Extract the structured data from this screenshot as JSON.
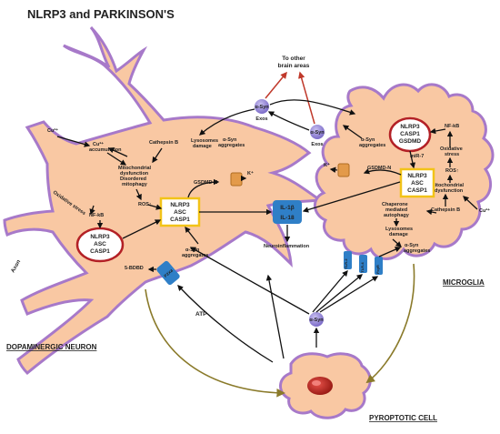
{
  "title": "NLRP3 and PARKINSON'S",
  "labels": {
    "to_other": [
      "To other",
      "brain areas"
    ],
    "exos": "Exos",
    "asyn": "α-Syn",
    "asyn_aggregates": [
      "α-Syn",
      "aggregates"
    ],
    "lysosomes_damage": [
      "Lysosomes",
      "damage"
    ],
    "cathepsin_b": "Cathepsin B",
    "cu_accum": [
      "Cu²⁺",
      "accumulation"
    ],
    "cu": "Cu²⁺",
    "mito": [
      "Mitochondrial",
      "dysfunction",
      "Disordered",
      "mitophagy"
    ],
    "ros": "ROS↑",
    "oxidative_stress": "Oxidative stress",
    "nfkb": "NF-kB",
    "nlrp3_asc_casp1": [
      "NLRP3",
      "ASC",
      "CASP1"
    ],
    "gsdmd_n": "GSDMD-N",
    "k_plus": "K⁺",
    "il1b": "IL-1β",
    "il18": "IL-18",
    "neuroinflammation": "Neuroinflammation",
    "five_bdbd": "5-BDBD",
    "p2x4": "P2X4",
    "atp": "ATP",
    "axon": "Axon",
    "dopaminergic_neuron": "DOPAMINERGIC NEURON",
    "microglia": "MICROGLIA",
    "pyroptotic_cell": "PYROPTOTIC CELL",
    "mg_nlrp3": [
      "NLRP3",
      "CASP1",
      "GSDMD"
    ],
    "mg_nfkb": "NF-kB",
    "mg_oxidative": [
      "Oxidative",
      "stress"
    ],
    "mg_ros": "ROS↑",
    "mg_mito": [
      "Mitochondrial",
      "dysfunction"
    ],
    "mg_cathepsin": "Cathepsin B",
    "mg_mir7": "miR-7",
    "mg_chaperone": [
      "Chaperone",
      "mediated",
      "autophagy"
    ],
    "mg_lyso": [
      "Lysosomes",
      "damage"
    ],
    "mg_asyn_agg": [
      "α-Syn",
      "aggregates"
    ],
    "mg_asyn_agg_top": [
      "α-Syn",
      "aggregates"
    ],
    "receptors": [
      "TLR-2",
      "TLR-4",
      "FcγR"
    ],
    "fcgr_label": "α-Syn"
  },
  "colors": {
    "title": "#d11f1f",
    "cell_fill": "#f9c8a3",
    "cell_border": "#a779c9",
    "nlrp3_gold": "#f2c318",
    "nlrp3_red": "#b32025",
    "il_blue": "#2f7fc7",
    "caption_blue": "#2a6fb0",
    "orange": "#e08a1c",
    "olive": "#8a7a2a",
    "vesicle": "#9a8ad8"
  }
}
